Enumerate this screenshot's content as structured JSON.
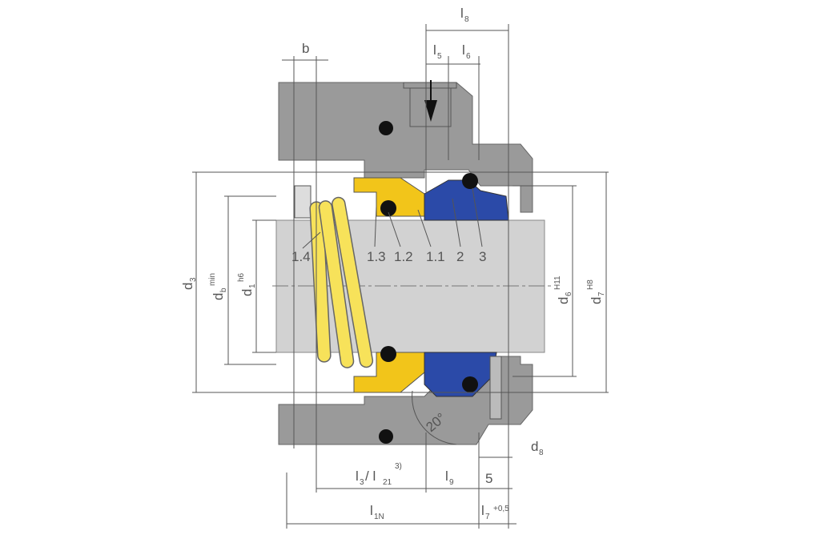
{
  "colors": {
    "housing": "#9a9a9a",
    "shaft": "#d2d2d2",
    "rotating_ring": "#f2c51a",
    "seat": "#2b4aa8",
    "oring": "#111111",
    "spring": "#f7e25a",
    "line": "#555555"
  },
  "dimensions": {
    "b": {
      "main": "b",
      "sub": ""
    },
    "l8": {
      "main": "l",
      "sub": "8"
    },
    "l5": {
      "main": "l",
      "sub": "5"
    },
    "l6": {
      "main": "l",
      "sub": "6"
    },
    "d3": {
      "main": "d",
      "sub": "3"
    },
    "db": {
      "main": "d",
      "sub": "b",
      "sup": "min"
    },
    "d1": {
      "main": "d",
      "sub": "1",
      "sup": "h6"
    },
    "d6": {
      "main": "d",
      "sub": "6",
      "sup": "H11"
    },
    "d7": {
      "main": "d",
      "sub": "7",
      "sup": "H8"
    },
    "d8": {
      "main": "d",
      "sub": "8"
    },
    "l3l21": {
      "main": "l",
      "sub": "3",
      "mid": " / l",
      "sub2": "21",
      "sup": "3)"
    },
    "l9": {
      "main": "l",
      "sub": "9"
    },
    "five": {
      "main": "5"
    },
    "l1N": {
      "main": "l",
      "sub": "1N"
    },
    "l7": {
      "main": "l",
      "sub": "7",
      "sup": "+0,5"
    }
  },
  "parts": [
    "1.4",
    "1.3",
    "1.2",
    "1.1",
    "2",
    "3"
  ],
  "angle": "20°"
}
